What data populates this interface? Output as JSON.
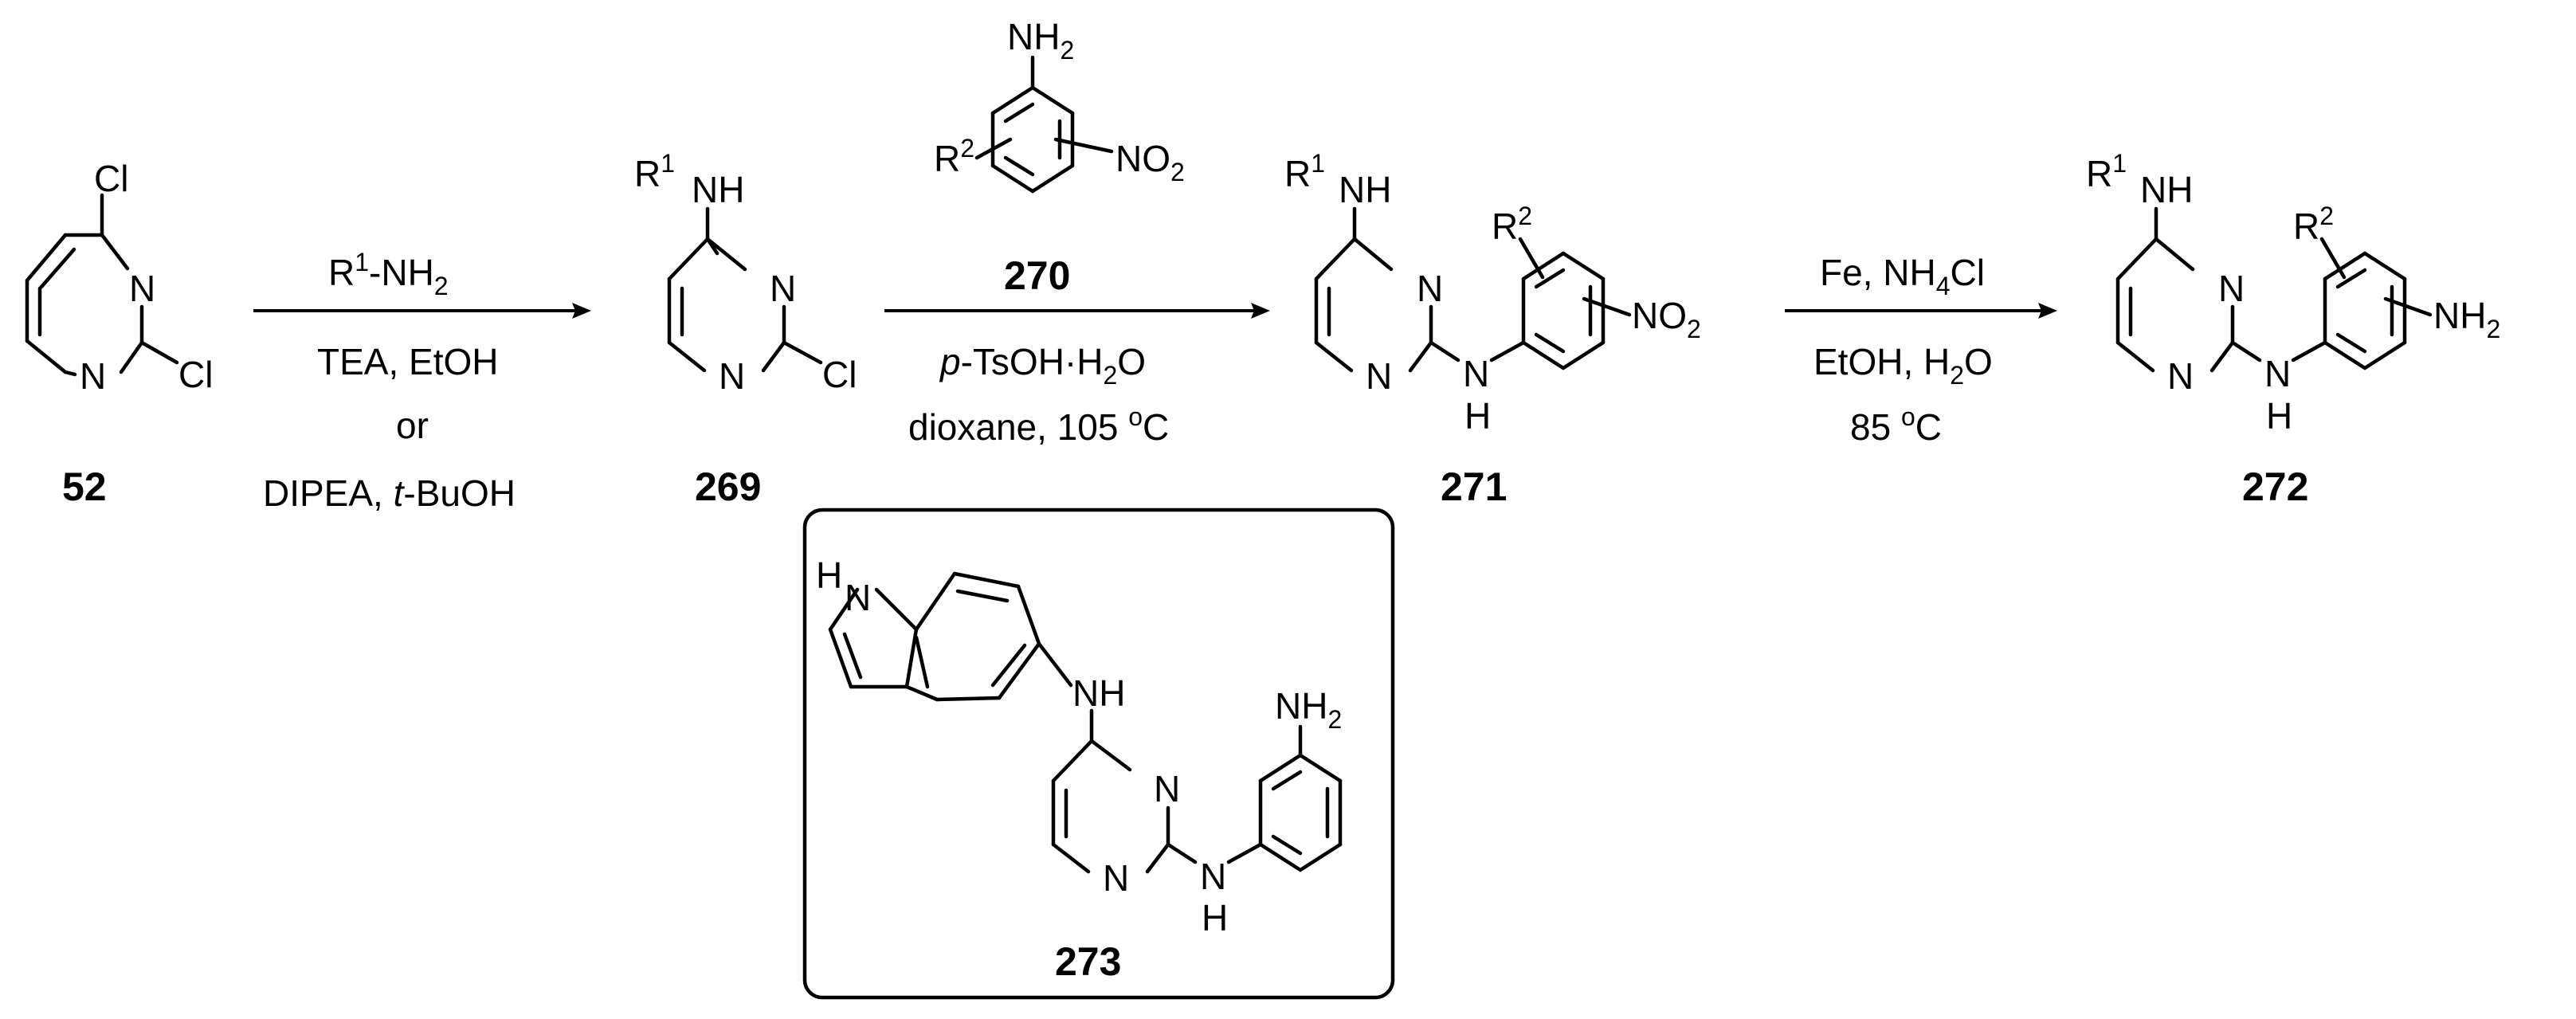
{
  "atoms": {
    "cl": "Cl",
    "n": "N",
    "h": "H",
    "nh": "NH",
    "r": "R",
    "nh2": "NH",
    "no2": "NO",
    "two": "2",
    "one": "1"
  },
  "compounds": {
    "c52": "52",
    "c269": "269",
    "c270": "270",
    "c271": "271",
    "c272": "272",
    "c273": "273"
  },
  "conditions": {
    "step1": {
      "reagent_prefix": "R",
      "reagent_sup": "1",
      "reagent_mid": "-NH",
      "reagent_sub": "2",
      "line2": "TEA, EtOH",
      "line3": "or",
      "line4_prefix": "DIPEA, ",
      "line4_italic": "t",
      "line4_suffix": "-BuOH"
    },
    "step2": {
      "line1_italic": "p",
      "line1_mid": "-TsOH·H",
      "line1_sub": "2",
      "line1_suffix": "O",
      "line2_prefix": "dioxane, 105 ",
      "line2_sup": "o",
      "line2_suffix": "C"
    },
    "step3": {
      "line1_prefix": "Fe, NH",
      "line1_sub": "4",
      "line1_suffix": "Cl",
      "line2_prefix": "EtOH, H",
      "line2_sub": "2",
      "line2_suffix": "O",
      "line3_prefix": "85 ",
      "line3_sup": "o",
      "line3_suffix": "C"
    }
  }
}
